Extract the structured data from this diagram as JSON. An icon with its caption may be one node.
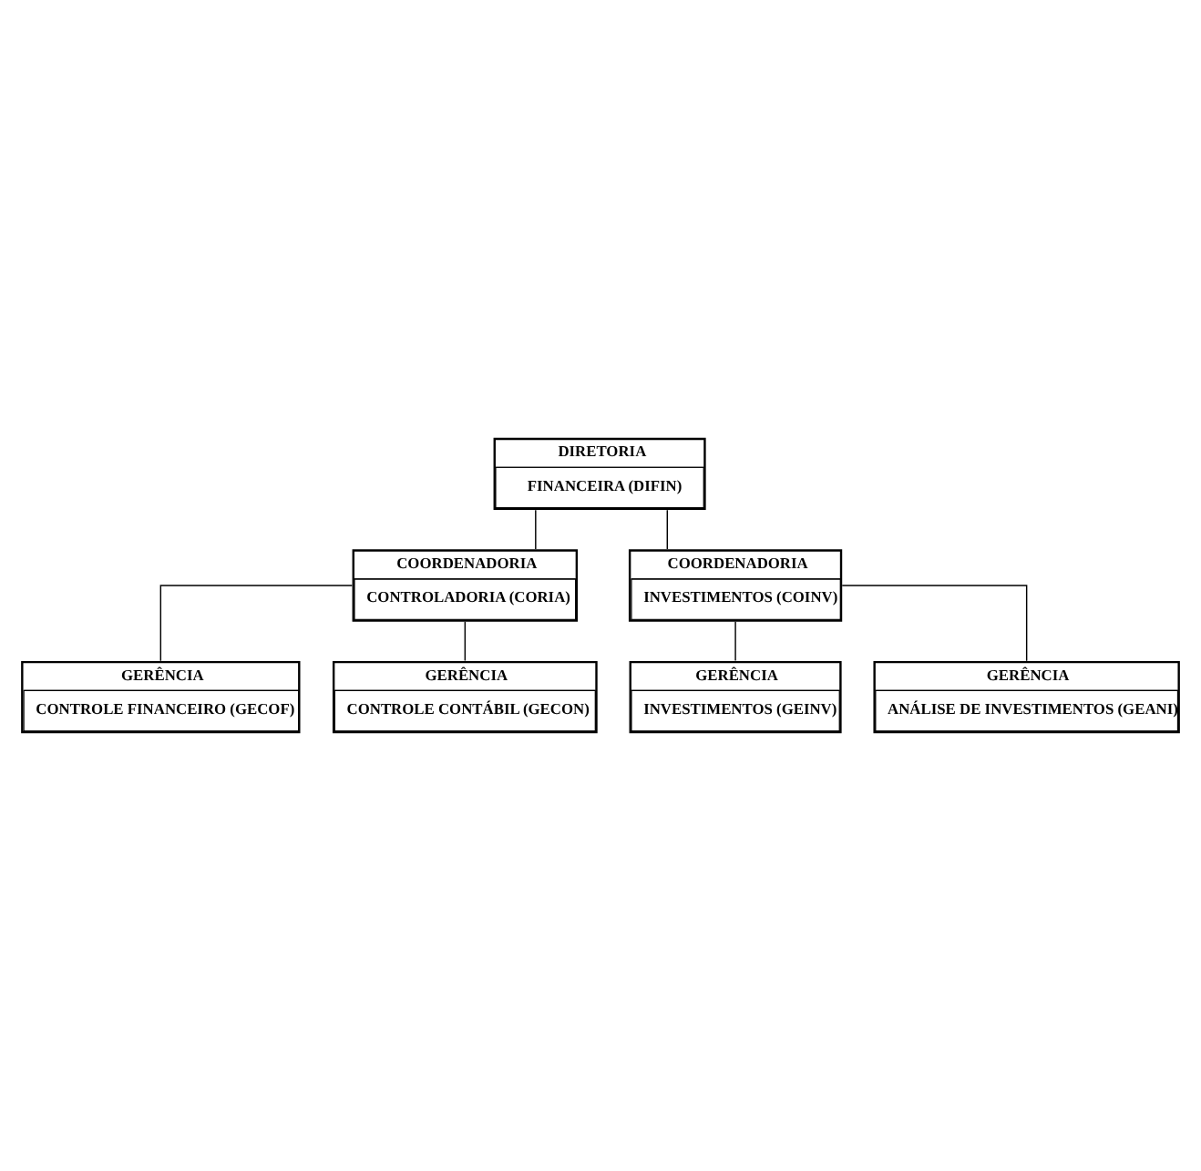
{
  "diagram": {
    "nodes": [
      {
        "text": [
          "DIRETORIA",
          "FINANCEIRA (DIFIN)"
        ]
      },
      {
        "text": [
          "COORDENADORIA",
          "CONTROLADORIA (CORIA)"
        ]
      },
      {
        "text": [
          "GERÊNCIA",
          "CONTROLE FINANCEIRO (GECOF)"
        ]
      },
      {
        "text": [
          "GERÊNCIA",
          "CONTROLE CONTÁBIL (GECON)"
        ]
      },
      {
        "text": [
          "COORDENADORIA",
          "INVESTIMENTOS (COINV)"
        ]
      },
      {
        "text": [
          "GERÊNCIA",
          "INVESTIMENTOS (GEINV)"
        ]
      },
      {
        "text": [
          "GERÊNCIA",
          "ANÁLISE DE INVESTIMENTOS (GEANI)"
        ]
      }
    ],
    "edges": [
      {
        "from": 0,
        "to": 1,
        "arrow": "none"
      },
      {
        "from": 0,
        "to": 4,
        "arrow": "none"
      },
      {
        "from": 1,
        "to": 2,
        "arrow": "none"
      },
      {
        "from": 1,
        "to": 3,
        "arrow": "none"
      },
      {
        "from": 4,
        "to": 5,
        "arrow": "none"
      },
      {
        "from": 4,
        "to": 6,
        "arrow": "none"
      }
    ]
  }
}
